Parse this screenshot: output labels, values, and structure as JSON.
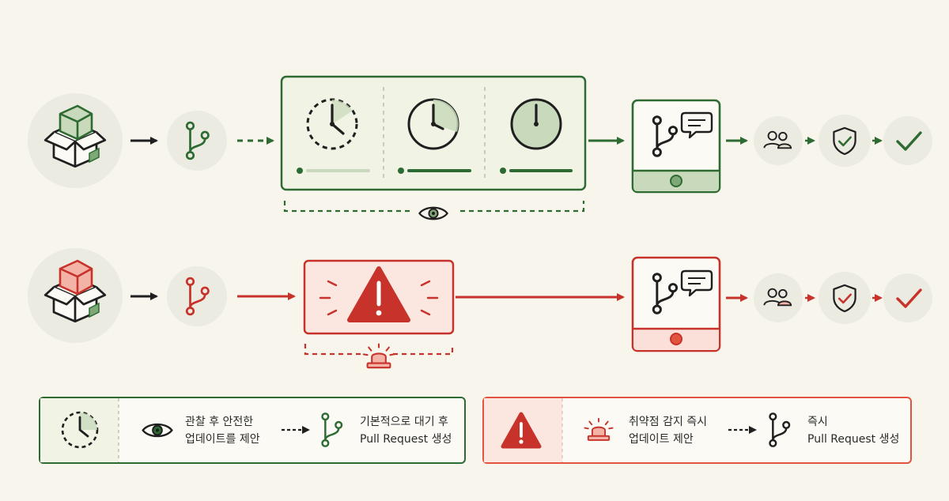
{
  "colors": {
    "background": "#f8f5ec",
    "green": "#2e6b33",
    "green_fill": "#f1f3e5",
    "green_soft": "#c9d9bb",
    "red": "#c7332b",
    "red_fill": "#fbe6e0",
    "red_soft": "#f3b3a7",
    "ink": "#1f1f1f",
    "circle_bg": "#ecebe1"
  },
  "icons": {
    "package": "package-icon",
    "branch": "git-branch-icon",
    "clock": "clock-icon",
    "eye": "eye-icon",
    "pull_request": "pull-request-icon",
    "chat": "chat-bubble-icon",
    "reviewers": "users-icon",
    "shield": "shield-check-icon",
    "check": "check-icon",
    "warning": "warning-triangle-icon",
    "siren": "siren-icon"
  },
  "legend": {
    "safe": {
      "eye_text": "관찰 후 안전한\n업데이트를 제안",
      "branch_text": "기본적으로 대기 후\nPull Request 생성"
    },
    "vuln": {
      "siren_text": "취약점 감지 즉시\n업데이트 제안",
      "branch_text": "즉시\nPull Request 생성"
    }
  }
}
